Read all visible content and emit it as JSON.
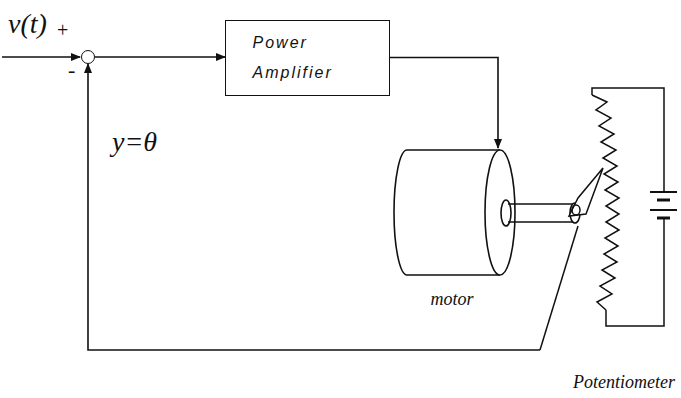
{
  "diagram": {
    "nodes": [
      {
        "text": [
          "+",
          "-"
        ]
      },
      {
        "text": [
          "Power Amplifier"
        ]
      },
      {
        "text": [
          "motor"
        ]
      },
      {
        "text": [
          "Potentiometer"
        ]
      }
    ],
    "edges": [
      {
        "from": 0,
        "to": 1,
        "arrow": "to"
      },
      {
        "from": 1,
        "to": 2,
        "arrow": "to"
      },
      {
        "from": 3,
        "to": 0,
        "arrow": "to"
      }
    ],
    "labels": [
      "v(t)",
      "y=θ"
    ]
  }
}
